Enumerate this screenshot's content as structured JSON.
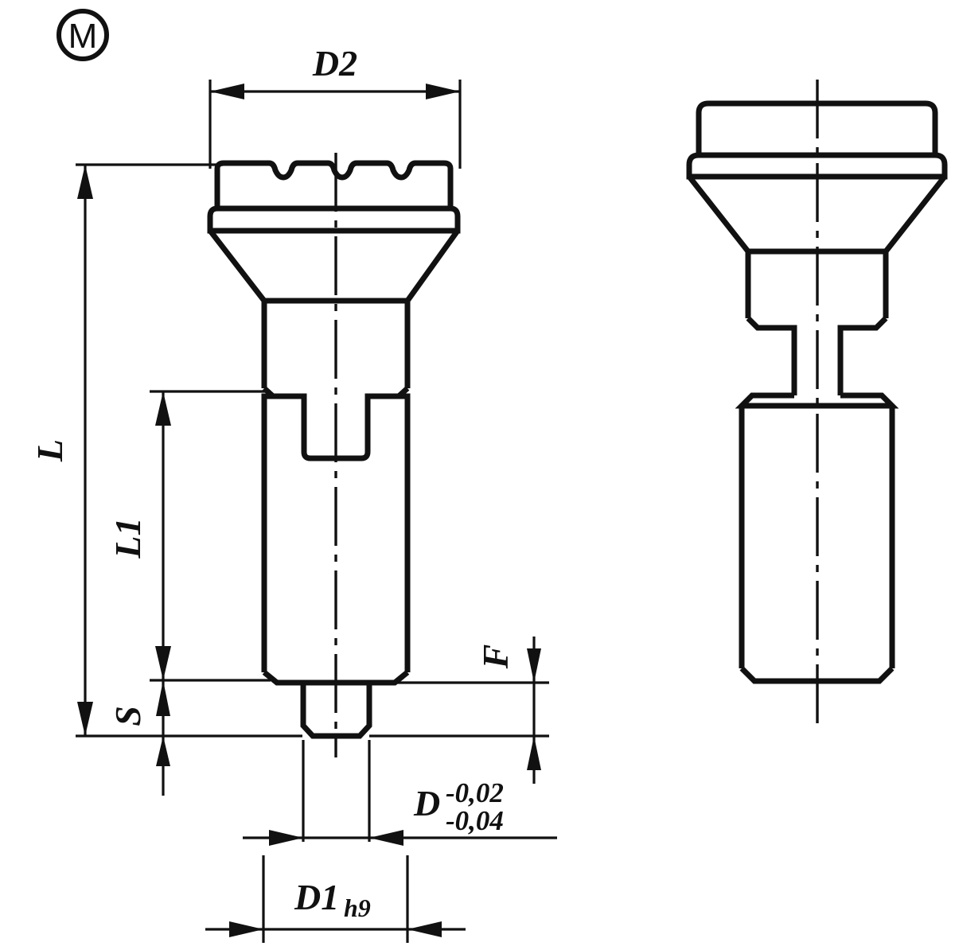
{
  "drawing": {
    "title": "Index plunger technical drawing",
    "material_mark": "M",
    "background_color": "#ffffff",
    "line_color": "#111111",
    "views": [
      {
        "name": "section-view",
        "label": ""
      },
      {
        "name": "external-view",
        "label": ""
      }
    ],
    "dimensions": {
      "d2": "D2",
      "l": "L",
      "l1": "L1",
      "s": "S",
      "f": "F",
      "d": "D",
      "d_tol_upper": "-0,02",
      "d_tol_lower": "-0,04",
      "d1": "D1",
      "d1_fit": "h9"
    }
  }
}
